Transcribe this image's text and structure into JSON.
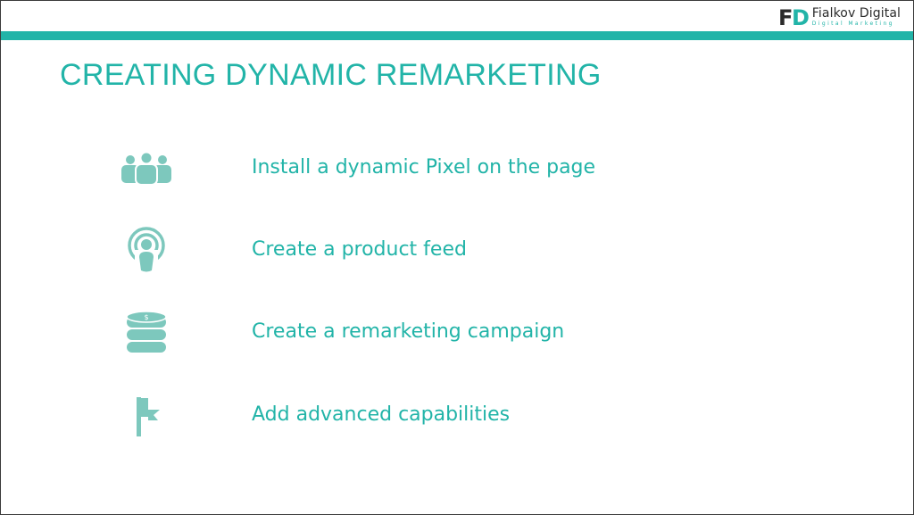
{
  "logo": {
    "initials": "FD",
    "name": "Fialkov Digital",
    "subtitle": "Digital Marketing"
  },
  "slide": {
    "title": "CREATING DYNAMIC REMARKETING",
    "items": [
      {
        "icon": "group-icon",
        "label": "Install a dynamic Pixel on the page"
      },
      {
        "icon": "broadcast-person-icon",
        "label": "Create a product feed"
      },
      {
        "icon": "coin-stack-icon",
        "label": "Create a remarketing campaign"
      },
      {
        "icon": "flag-icon",
        "label": "Add advanced capabilities"
      }
    ]
  },
  "colors": {
    "accent": "#22b4a8",
    "icon": "#7dc8bd",
    "logo_dark": "#2b2b2b"
  }
}
